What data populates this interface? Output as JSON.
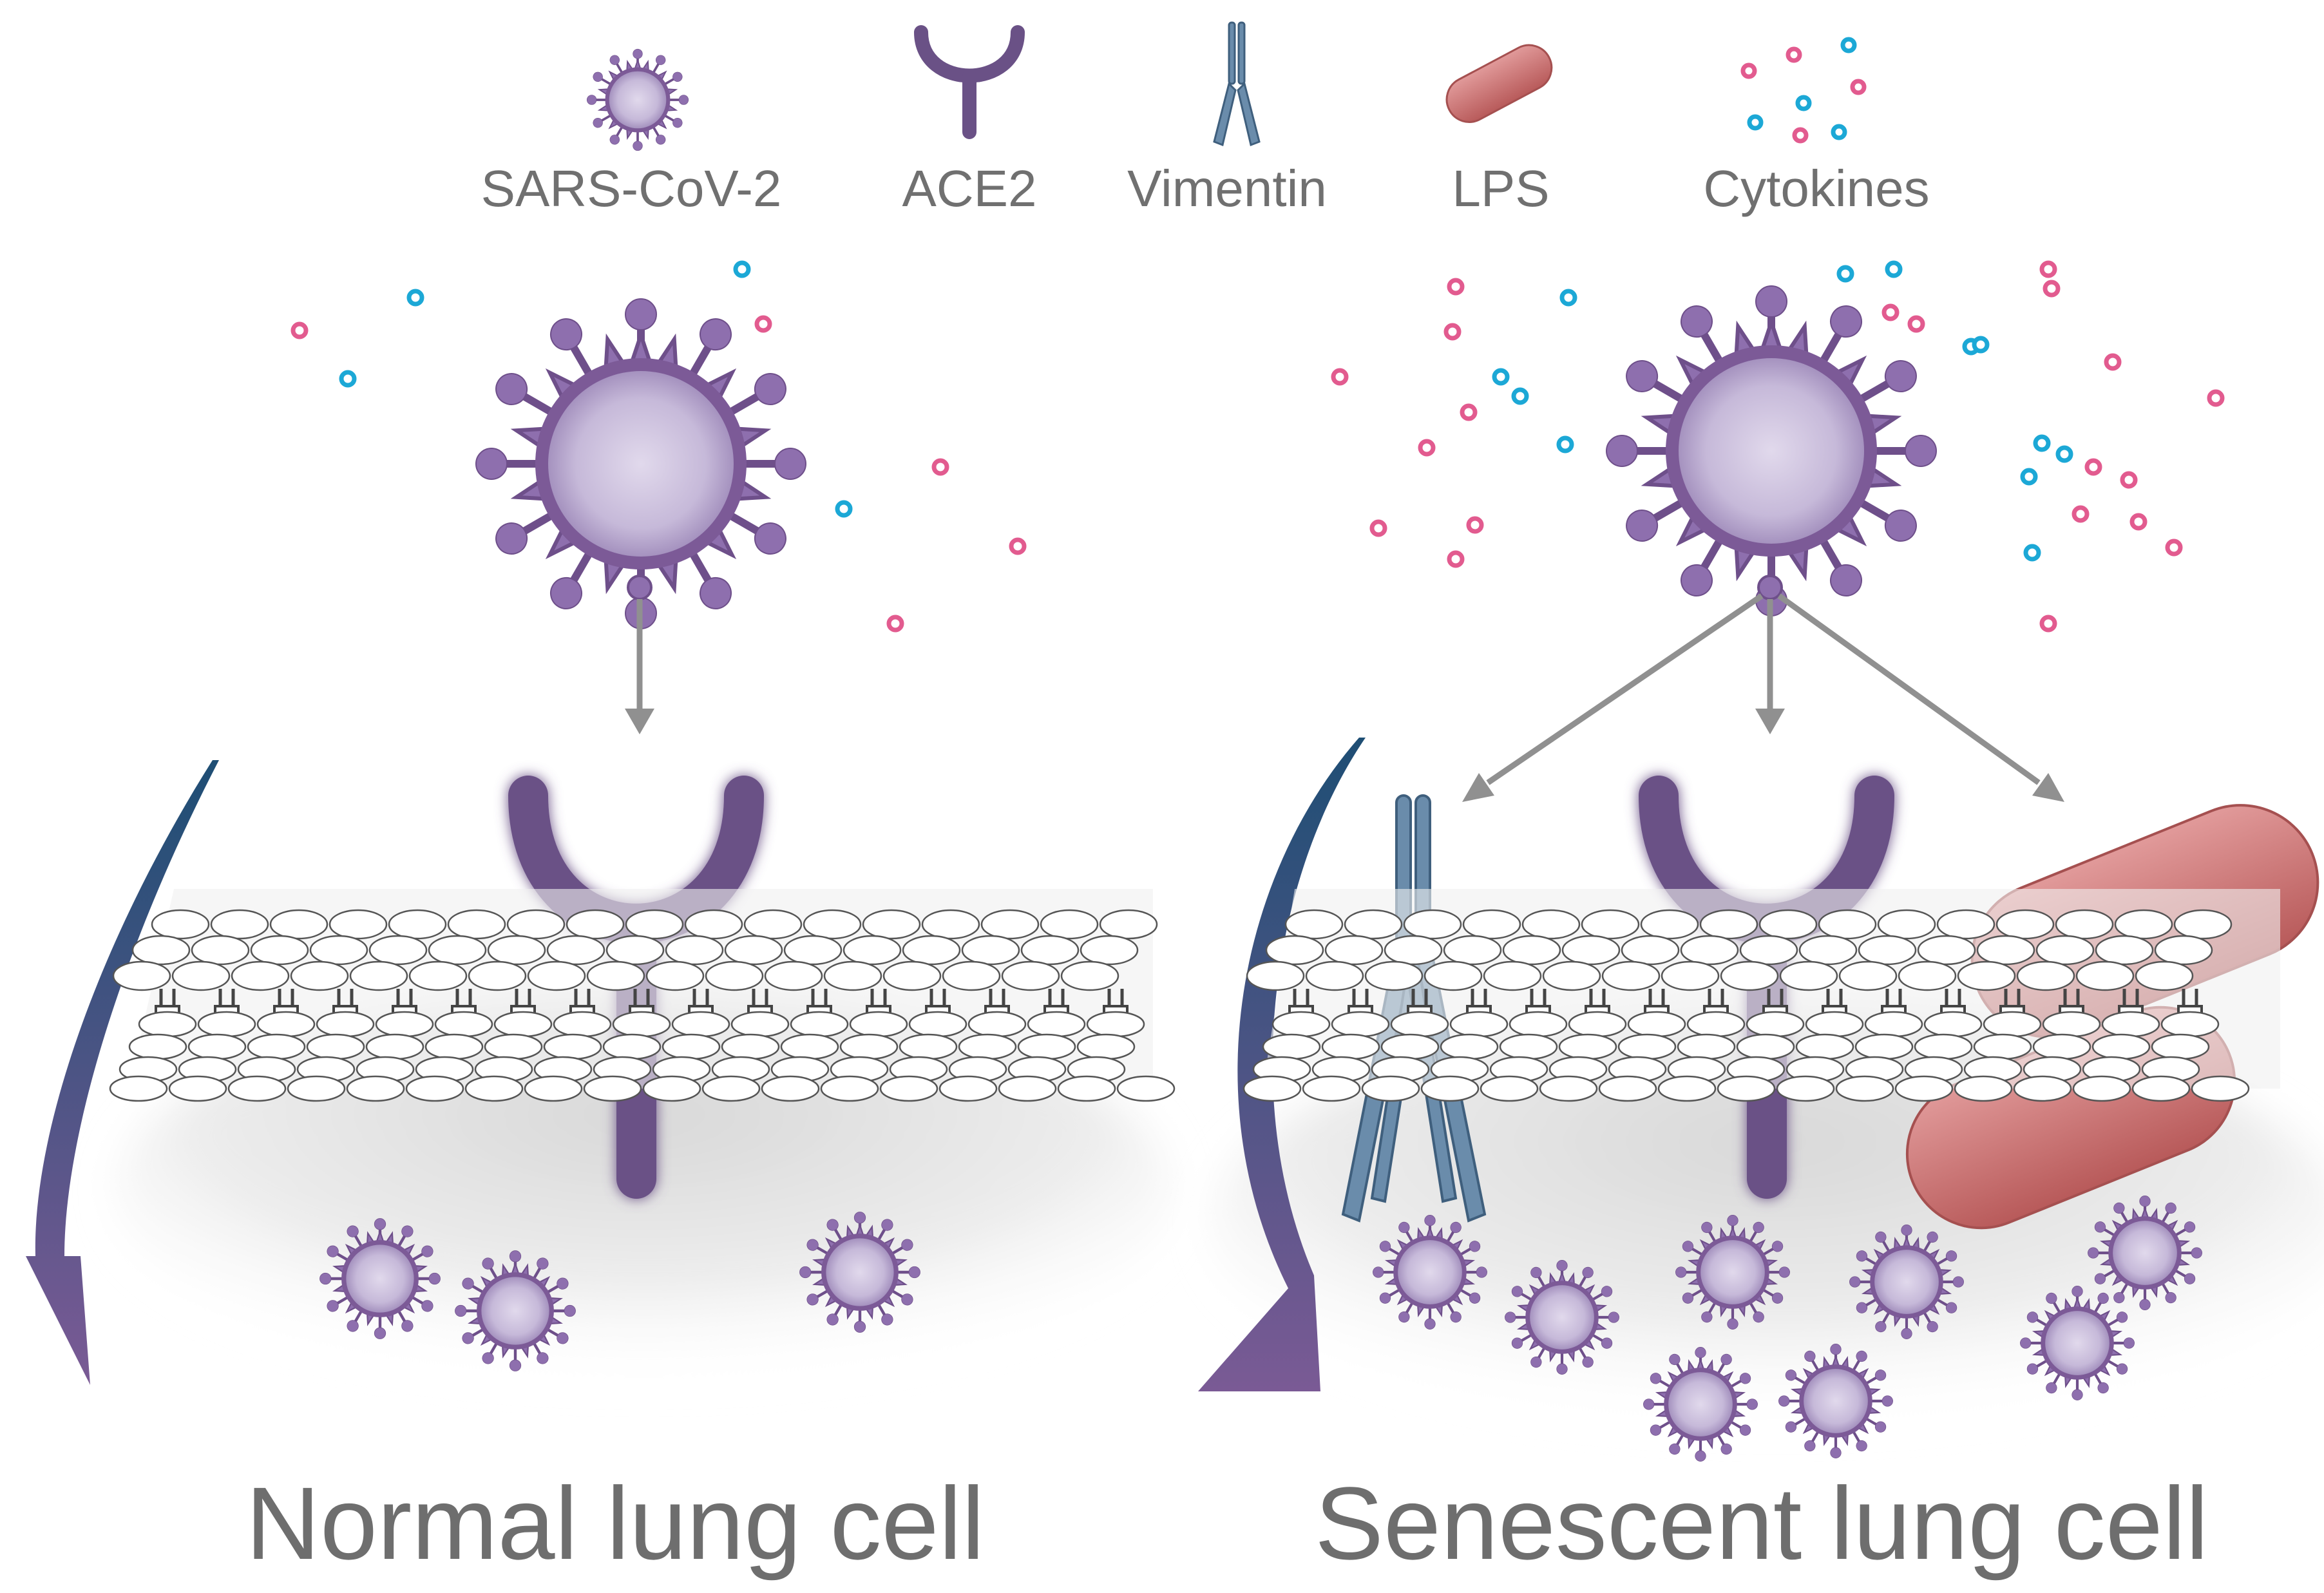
{
  "legend": {
    "virus": "SARS-CoV-2",
    "ace2": "ACE2",
    "vimentin": "Vimentin",
    "lps": "LPS",
    "cytokines": "Cytokines"
  },
  "panels": {
    "left_title": "Normal lung cell",
    "right_title": "Senescent lung cell"
  },
  "colors": {
    "virus_spike": "#7c5a97",
    "virus_body": "#c9bedc",
    "ace2": "#5e4878",
    "vimentin": "#5f7f9d",
    "lps": "#c96d6d",
    "cytokine_pink": "#e25b8f",
    "cytokine_blue": "#1ca8d6",
    "arrow": "#909090",
    "curve_arrow_dark": "#1e4e74",
    "curve_arrow_light": "#7a5a95",
    "title_text": "#6e6e6e"
  },
  "icons": [
    "virus-icon",
    "ace2-receptor-icon",
    "vimentin-icon",
    "bacterium-icon",
    "cytokine-dot-icon"
  ]
}
